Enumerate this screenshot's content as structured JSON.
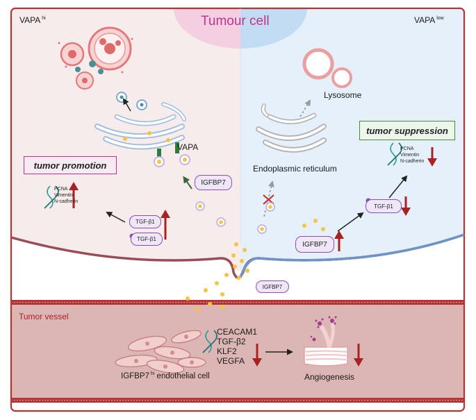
{
  "header": {
    "title": "Tumour cell",
    "left_prefix": "VAPA",
    "left_sup": "hi",
    "right_prefix": "VAPA",
    "right_sup": "low"
  },
  "left": {
    "vapa": "VAPA",
    "igfbp7": "IGFBP7",
    "promotion": "tumor promotion",
    "genes": [
      "PCNA",
      "Vimentin",
      "N-cadherin"
    ],
    "tgf_top": "TGF-β1",
    "tgf_bottom": "TGF-β1"
  },
  "right": {
    "lysosome": "Lysosome",
    "er": "Endoplasmic reticulum",
    "suppression": "tumor suppression",
    "genes": [
      "PCNA",
      "Vimentin",
      "N-cadherin"
    ],
    "tgf": "TGF-β1",
    "igfbp7": "IGFBP7"
  },
  "secreted": {
    "igfbp7": "IGFBP7"
  },
  "vessel": {
    "label": "Tumor vessel",
    "genes": [
      "CEACAM1",
      "TGF-β2",
      "KLF2",
      "VEGFA"
    ],
    "cell_prefix": "IGFBP7",
    "cell_sup": "hi",
    "cell_suffix": " endothelial cell",
    "angiogenesis": "Angiogenesis"
  },
  "colors": {
    "frame": "#b73434",
    "left_bg": "#f7ecec",
    "right_bg": "#e5f0fb",
    "vessel_bg": "#dcb6b4",
    "up_arrow": "#a82222",
    "title": "#c2338c",
    "pill_border": "#8a4fb3",
    "promotion_border": "#c2338c",
    "suppression_border": "#3f8f3f"
  }
}
